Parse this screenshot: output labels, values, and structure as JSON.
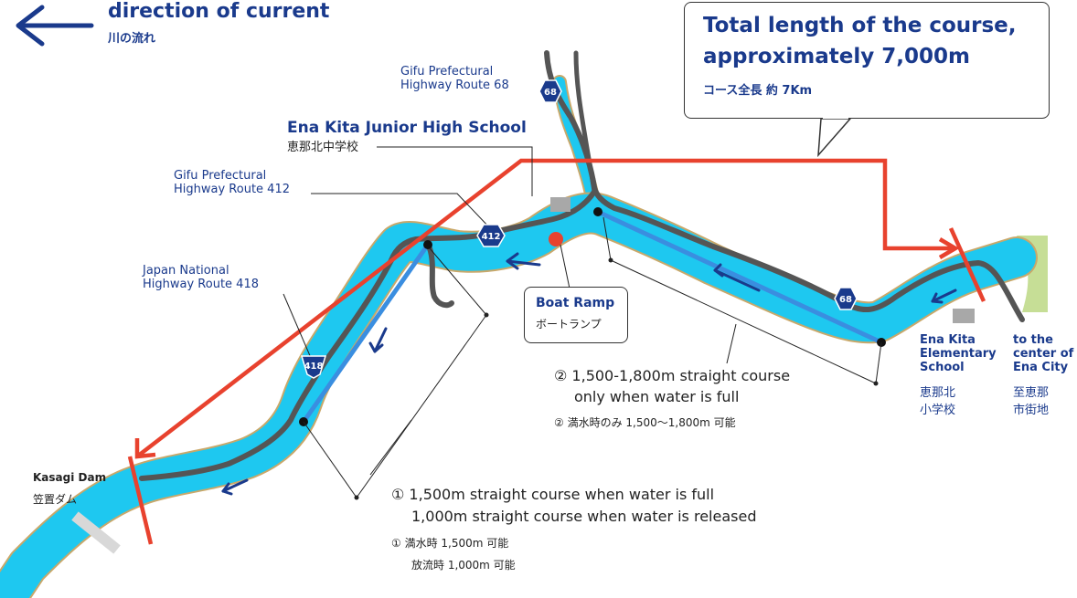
{
  "current": {
    "title": "direction of current",
    "subtitle": "川の流れ"
  },
  "course_box": {
    "title": "Total length of the course, approximately 7,000m",
    "title_line1": "Total length of the course,",
    "title_line2": "approximately 7,000m",
    "subtitle": "コース全長 約 7Km"
  },
  "route68": {
    "line1": "Gifu Prefectural",
    "line2": "Highway Route 68",
    "badge": "68"
  },
  "school": {
    "name": "Ena Kita Junior High School",
    "jp": "恵那北中学校"
  },
  "route412": {
    "line1": "Gifu Prefectural",
    "line2": "Highway Route 412",
    "badge": "412"
  },
  "route418": {
    "line1": "Japan National",
    "line2": "Highway Route 418",
    "badge": "418"
  },
  "boat_ramp": {
    "title": "Boat Ramp",
    "jp": "ボートランプ"
  },
  "dam": {
    "name": "Kasagi Dam",
    "jp": "笠置ダム"
  },
  "elementary": {
    "line1": "Ena Kita",
    "line2": "Elementary",
    "line3": "School",
    "jp1": "恵那北",
    "jp2": "小学校"
  },
  "city": {
    "line1": "to the",
    "line2": "center of",
    "line3": "Ena City",
    "jp1": "至恵那",
    "jp2": "市街地"
  },
  "course1": {
    "line1": "① 1,500m straight course when water is full",
    "line2": "1,000m straight course when water is released",
    "jp1": "①  満水時 1,500m 可能",
    "jp2": "放流時 1,000m 可能"
  },
  "course2": {
    "line1": "② 1,500-1,800m straight course",
    "line2": "only when water is full",
    "jp1": "②  満水時のみ 1,500～1,800m 可能"
  },
  "colors": {
    "river": "#1ec8f0",
    "bank": "#c9a86a",
    "road": "#555555",
    "course": "#e8422e",
    "label": "#1a3a8c",
    "lane": "#3a8ee0",
    "park": "#c6de96"
  }
}
